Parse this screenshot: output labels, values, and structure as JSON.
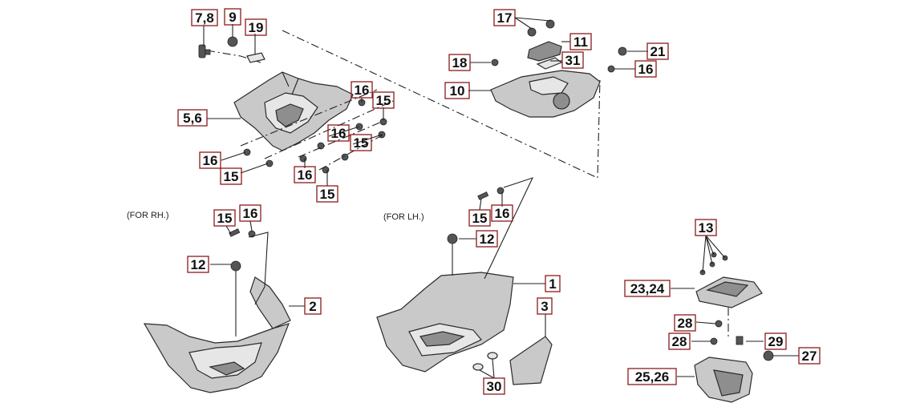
{
  "diagram": {
    "notes": {
      "rh": "(FOR RH.)",
      "lh": "(FOR LH.)"
    },
    "callouts": [
      {
        "id": "c-7-8",
        "text": "7,8",
        "w": 30
      },
      {
        "id": "c-9",
        "text": "9",
        "w": 20
      },
      {
        "id": "c-19",
        "text": "19",
        "w": 24
      },
      {
        "id": "c-5-6",
        "text": "5,6",
        "w": 32
      },
      {
        "id": "c-16-a",
        "text": "16",
        "w": 24
      },
      {
        "id": "c-15-a",
        "text": "15",
        "w": 24
      },
      {
        "id": "c-16-b",
        "text": "16",
        "w": 24
      },
      {
        "id": "c-15-b",
        "text": "15",
        "w": 24
      },
      {
        "id": "c-16-c",
        "text": "16",
        "w": 24
      },
      {
        "id": "c-15-c",
        "text": "15",
        "w": 24
      },
      {
        "id": "c-16-d",
        "text": "16",
        "w": 24
      },
      {
        "id": "c-15-d",
        "text": "15",
        "w": 24
      },
      {
        "id": "c-17",
        "text": "17",
        "w": 24
      },
      {
        "id": "c-11",
        "text": "11",
        "w": 24
      },
      {
        "id": "c-31",
        "text": "31",
        "w": 24
      },
      {
        "id": "c-18",
        "text": "18",
        "w": 24
      },
      {
        "id": "c-10",
        "text": "10",
        "w": 28
      },
      {
        "id": "c-21",
        "text": "21",
        "w": 24
      },
      {
        "id": "c-16-e",
        "text": "16",
        "w": 24
      },
      {
        "id": "c-15-e",
        "text": "15",
        "w": 24
      },
      {
        "id": "c-16-f",
        "text": "16",
        "w": 24
      },
      {
        "id": "c-12-a",
        "text": "12",
        "w": 24
      },
      {
        "id": "c-2",
        "text": "2",
        "w": 20
      },
      {
        "id": "c-15-f",
        "text": "15",
        "w": 24
      },
      {
        "id": "c-16-g",
        "text": "16",
        "w": 24
      },
      {
        "id": "c-12-b",
        "text": "12",
        "w": 24
      },
      {
        "id": "c-1",
        "text": "1",
        "w": 18
      },
      {
        "id": "c-3",
        "text": "3",
        "w": 18
      },
      {
        "id": "c-30",
        "text": "30",
        "w": 24
      },
      {
        "id": "c-13",
        "text": "13",
        "w": 24
      },
      {
        "id": "c-23-24",
        "text": "23,24",
        "w": 56
      },
      {
        "id": "c-28-a",
        "text": "28",
        "w": 24
      },
      {
        "id": "c-28-b",
        "text": "28",
        "w": 24
      },
      {
        "id": "c-29",
        "text": "29",
        "w": 24
      },
      {
        "id": "c-27",
        "text": "27",
        "w": 24
      },
      {
        "id": "c-25-26",
        "text": "25,26",
        "w": 56
      }
    ]
  }
}
